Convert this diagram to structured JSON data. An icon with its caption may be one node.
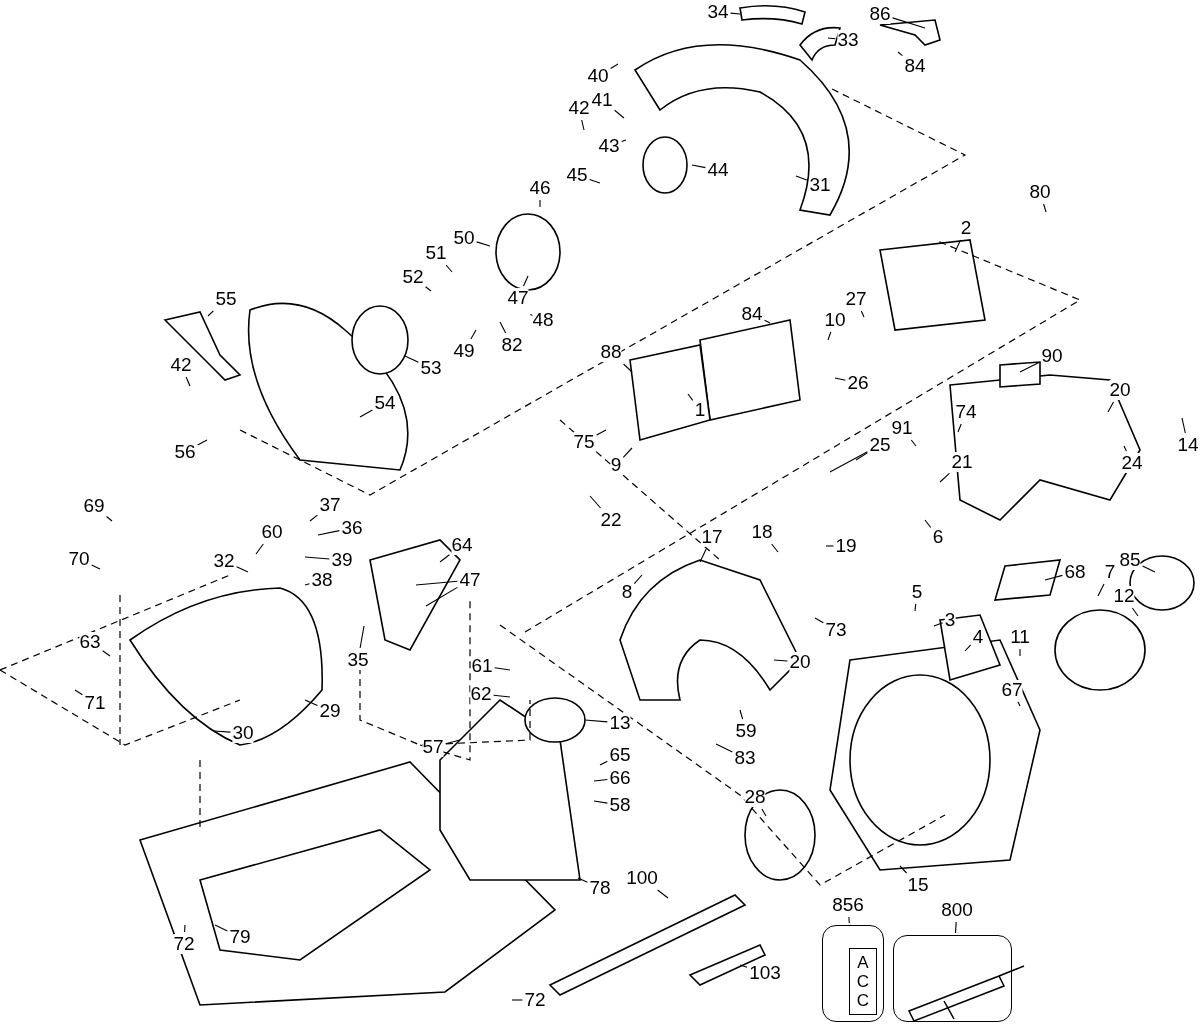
{
  "diagram": {
    "nodes": [
      {
        "text": [
          "34"
        ]
      },
      {
        "text": [
          "86"
        ]
      },
      {
        "text": [
          "33"
        ]
      },
      {
        "text": [
          "84"
        ]
      },
      {
        "text": [
          "40"
        ]
      },
      {
        "text": [
          "41"
        ]
      },
      {
        "text": [
          "42"
        ]
      },
      {
        "text": [
          "43"
        ]
      },
      {
        "text": [
          "44"
        ]
      },
      {
        "text": [
          "45"
        ]
      },
      {
        "text": [
          "31"
        ]
      },
      {
        "text": [
          "46"
        ]
      },
      {
        "text": [
          "80"
        ]
      },
      {
        "text": [
          "2"
        ]
      },
      {
        "text": [
          "50"
        ]
      },
      {
        "text": [
          "51"
        ]
      },
      {
        "text": [
          "47"
        ]
      },
      {
        "text": [
          "52"
        ]
      },
      {
        "text": [
          "55"
        ]
      },
      {
        "text": [
          "48"
        ]
      },
      {
        "text": [
          "49"
        ]
      },
      {
        "text": [
          "82"
        ]
      },
      {
        "text": [
          "53"
        ]
      },
      {
        "text": [
          "84"
        ]
      },
      {
        "text": [
          "27"
        ]
      },
      {
        "text": [
          "10"
        ]
      },
      {
        "text": [
          "90"
        ]
      },
      {
        "text": [
          "88"
        ]
      },
      {
        "text": [
          "26"
        ]
      },
      {
        "text": [
          "42"
        ]
      },
      {
        "text": [
          "54"
        ]
      },
      {
        "text": [
          "1"
        ]
      },
      {
        "text": [
          "20"
        ]
      },
      {
        "text": [
          "75"
        ]
      },
      {
        "text": [
          "91"
        ]
      },
      {
        "text": [
          "74"
        ]
      },
      {
        "text": [
          "14"
        ]
      },
      {
        "text": [
          "56"
        ]
      },
      {
        "text": [
          "9"
        ]
      },
      {
        "text": [
          "25"
        ]
      },
      {
        "text": [
          "21"
        ]
      },
      {
        "text": [
          "24"
        ]
      },
      {
        "text": [
          "22"
        ]
      },
      {
        "text": [
          "69"
        ]
      },
      {
        "text": [
          "37"
        ]
      },
      {
        "text": [
          "36"
        ]
      },
      {
        "text": [
          "60"
        ]
      },
      {
        "text": [
          "32"
        ]
      },
      {
        "text": [
          "39"
        ]
      },
      {
        "text": [
          "6"
        ]
      },
      {
        "text": [
          "17"
        ]
      },
      {
        "text": [
          "18"
        ]
      },
      {
        "text": [
          "19"
        ]
      },
      {
        "text": [
          "70"
        ]
      },
      {
        "text": [
          "64"
        ]
      },
      {
        "text": [
          "47"
        ]
      },
      {
        "text": [
          "38"
        ]
      },
      {
        "text": [
          "8"
        ]
      },
      {
        "text": [
          "73"
        ]
      },
      {
        "text": [
          "5"
        ]
      },
      {
        "text": [
          "68"
        ]
      },
      {
        "text": [
          "85"
        ]
      },
      {
        "text": [
          "3"
        ]
      },
      {
        "text": [
          "12"
        ]
      },
      {
        "text": [
          "7"
        ]
      },
      {
        "text": [
          "4"
        ]
      },
      {
        "text": [
          "11"
        ]
      },
      {
        "text": [
          "35"
        ]
      },
      {
        "text": [
          "63"
        ]
      },
      {
        "text": [
          "20"
        ]
      },
      {
        "text": [
          "61"
        ]
      },
      {
        "text": [
          "67"
        ]
      },
      {
        "text": [
          "71"
        ]
      },
      {
        "text": [
          "29"
        ]
      },
      {
        "text": [
          "62"
        ]
      },
      {
        "text": [
          "13"
        ]
      },
      {
        "text": [
          "59"
        ]
      },
      {
        "text": [
          "83"
        ]
      },
      {
        "text": [
          "30"
        ]
      },
      {
        "text": [
          "57"
        ]
      },
      {
        "text": [
          "65"
        ]
      },
      {
        "text": [
          "66"
        ]
      },
      {
        "text": [
          "58"
        ]
      },
      {
        "text": [
          "28"
        ]
      },
      {
        "text": [
          "15"
        ]
      },
      {
        "text": [
          "78"
        ]
      },
      {
        "text": [
          "100"
        ]
      },
      {
        "text": [
          "856"
        ]
      },
      {
        "text": [
          "800"
        ]
      },
      {
        "text": [
          "72"
        ]
      },
      {
        "text": [
          "79"
        ]
      },
      {
        "text": [
          "103"
        ]
      },
      {
        "text": [
          "72"
        ]
      },
      {
        "text": [
          "ACC"
        ]
      },
      {
        "text": [],
        "shape": "box"
      }
    ],
    "edges": [
      {
        "from": 0,
        "to": null,
        "arrow": "none"
      },
      {
        "from": 1,
        "to": null,
        "arrow": "none"
      },
      {
        "from": 2,
        "to": null,
        "arrow": "none"
      },
      {
        "from": 3,
        "to": null,
        "arrow": "none"
      },
      {
        "from": 4,
        "to": null,
        "arrow": "none"
      },
      {
        "from": 5,
        "to": null,
        "arrow": "none"
      },
      {
        "from": 6,
        "to": null,
        "arrow": "none"
      },
      {
        "from": 7,
        "to": null,
        "arrow": "none"
      },
      {
        "from": 8,
        "to": null,
        "arrow": "none"
      },
      {
        "from": 9,
        "to": null,
        "arrow": "none"
      },
      {
        "from": 10,
        "to": null,
        "arrow": "none"
      },
      {
        "from": 11,
        "to": null,
        "arrow": "none"
      },
      {
        "from": 12,
        "to": null,
        "arrow": "none"
      },
      {
        "from": 13,
        "to": null,
        "arrow": "none"
      },
      {
        "from": 14,
        "to": null,
        "arrow": "none"
      },
      {
        "from": 15,
        "to": null,
        "arrow": "none"
      },
      {
        "from": 16,
        "to": null,
        "arrow": "none"
      },
      {
        "from": 17,
        "to": null,
        "arrow": "none"
      },
      {
        "from": 18,
        "to": null,
        "arrow": "none"
      },
      {
        "from": 19,
        "to": null,
        "arrow": "none"
      },
      {
        "from": 20,
        "to": null,
        "arrow": "none"
      },
      {
        "from": 21,
        "to": null,
        "arrow": "none"
      },
      {
        "from": 22,
        "to": null,
        "arrow": "none"
      },
      {
        "from": 23,
        "to": null,
        "arrow": "none"
      },
      {
        "from": 24,
        "to": null,
        "arrow": "none"
      },
      {
        "from": 25,
        "to": null,
        "arrow": "none"
      },
      {
        "from": 26,
        "to": null,
        "arrow": "none"
      },
      {
        "from": 27,
        "to": null,
        "arrow": "none"
      },
      {
        "from": 28,
        "to": null,
        "arrow": "none"
      },
      {
        "from": 29,
        "to": null,
        "arrow": "none"
      },
      {
        "from": 30,
        "to": null,
        "arrow": "none"
      },
      {
        "from": 31,
        "to": null,
        "arrow": "none"
      },
      {
        "from": 32,
        "to": null,
        "arrow": "none"
      },
      {
        "from": 33,
        "to": null,
        "arrow": "none"
      },
      {
        "from": 34,
        "to": null,
        "arrow": "none"
      },
      {
        "from": 35,
        "to": null,
        "arrow": "none"
      },
      {
        "from": 36,
        "to": null,
        "arrow": "none"
      },
      {
        "from": 37,
        "to": null,
        "arrow": "none"
      },
      {
        "from": 38,
        "to": null,
        "arrow": "none"
      },
      {
        "from": 39,
        "to": null,
        "arrow": "none"
      },
      {
        "from": 39,
        "to": null,
        "arrow": "none"
      },
      {
        "from": 40,
        "to": null,
        "arrow": "none"
      },
      {
        "from": 41,
        "to": null,
        "arrow": "none"
      },
      {
        "from": 42,
        "to": null,
        "arrow": "none"
      },
      {
        "from": 43,
        "to": null,
        "arrow": "none"
      },
      {
        "from": 44,
        "to": null,
        "arrow": "none"
      },
      {
        "from": 45,
        "to": null,
        "arrow": "none"
      },
      {
        "from": 46,
        "to": null,
        "arrow": "none"
      },
      {
        "from": 47,
        "to": null,
        "arrow": "none"
      },
      {
        "from": 48,
        "to": null,
        "arrow": "none"
      },
      {
        "from": 49,
        "to": null,
        "arrow": "none"
      },
      {
        "from": 50,
        "to": null,
        "arrow": "none"
      },
      {
        "from": 51,
        "to": null,
        "arrow": "none"
      },
      {
        "from": 52,
        "to": null,
        "arrow": "none"
      },
      {
        "from": 53,
        "to": null,
        "arrow": "none"
      },
      {
        "from": 54,
        "to": null,
        "arrow": "none"
      },
      {
        "from": 55,
        "to": null,
        "arrow": "none"
      },
      {
        "from": 55,
        "to": null,
        "arrow": "none"
      },
      {
        "from": 56,
        "to": null,
        "arrow": "none"
      },
      {
        "from": 57,
        "to": null,
        "arrow": "none"
      },
      {
        "from": 58,
        "to": null,
        "arrow": "none"
      },
      {
        "from": 59,
        "to": null,
        "arrow": "none"
      },
      {
        "from": 60,
        "to": null,
        "arrow": "none"
      },
      {
        "from": 61,
        "to": null,
        "arrow": "none"
      },
      {
        "from": 62,
        "to": null,
        "arrow": "none"
      },
      {
        "from": 63,
        "to": null,
        "arrow": "none"
      },
      {
        "from": 64,
        "to": null,
        "arrow": "none"
      },
      {
        "from": 65,
        "to": null,
        "arrow": "none"
      },
      {
        "from": 66,
        "to": null,
        "arrow": "none"
      },
      {
        "from": 67,
        "to": null,
        "arrow": "none"
      },
      {
        "from": 68,
        "to": null,
        "arrow": "none"
      },
      {
        "from": 69,
        "to": null,
        "arrow": "none"
      },
      {
        "from": 70,
        "to": null,
        "arrow": "none"
      },
      {
        "from": 71,
        "to": null,
        "arrow": "none"
      },
      {
        "from": 72,
        "to": null,
        "arrow": "none"
      },
      {
        "from": 73,
        "to": null,
        "arrow": "none"
      },
      {
        "from": 74,
        "to": null,
        "arrow": "none"
      },
      {
        "from": 75,
        "to": null,
        "arrow": "none"
      },
      {
        "from": 76,
        "to": null,
        "arrow": "none"
      },
      {
        "from": 77,
        "to": null,
        "arrow": "none"
      },
      {
        "from": 78,
        "to": null,
        "arrow": "none"
      },
      {
        "from": 79,
        "to": null,
        "arrow": "none"
      },
      {
        "from": 80,
        "to": null,
        "arrow": "none"
      },
      {
        "from": 81,
        "to": null,
        "arrow": "none"
      },
      {
        "from": 82,
        "to": null,
        "arrow": "none"
      },
      {
        "from": 83,
        "to": null,
        "arrow": "none"
      },
      {
        "from": 84,
        "to": null,
        "arrow": "none"
      },
      {
        "from": 85,
        "to": null,
        "arrow": "none"
      },
      {
        "from": 86,
        "to": null,
        "arrow": "none"
      },
      {
        "from": 87,
        "to": 93,
        "arrow": "none"
      },
      {
        "from": 88,
        "to": 94,
        "arrow": "none"
      },
      {
        "from": 89,
        "to": null,
        "arrow": "none"
      },
      {
        "from": 90,
        "to": null,
        "arrow": "none"
      },
      {
        "from": 91,
        "to": null,
        "arrow": "none"
      },
      {
        "from": 92,
        "to": null,
        "arrow": "none"
      }
    ]
  }
}
